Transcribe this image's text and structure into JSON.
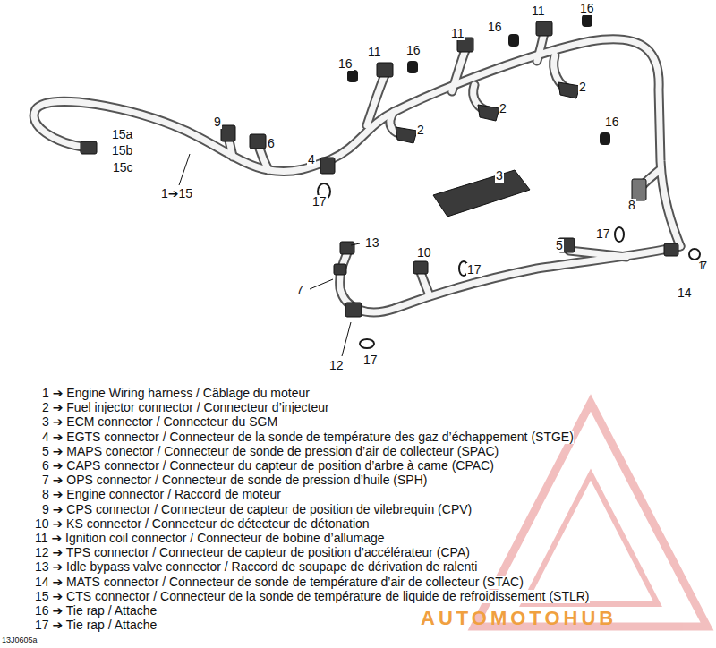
{
  "diagram": {
    "labels": [
      "16",
      "11",
      "16",
      "11",
      "16",
      "11",
      "16",
      "2",
      "2",
      "2",
      "16",
      "3",
      "8",
      "9",
      "6",
      "4",
      "17",
      "15a",
      "15b",
      "15c",
      "1➔15",
      "13",
      "10",
      "17",
      "5",
      "17",
      "17",
      "7",
      "14",
      "12",
      "17",
      "1 ➔ Engine Wiring harness / Câblage du moteur",
      "2 ➔ Fuel injector connector / Connecteur d’injecteur",
      "3 ➔ ECM connector / Connecteur du SGM",
      "4 ➔ EGTS connector / Connecteur de la sonde de température des gaz d’échappement (STGE)",
      "5 ➔ MAPS conector / Connecteur de sonde de pression d’air de collecteur (SPAC)",
      "6 ➔ CAPS connector / Connecteur du capteur de position d’arbre à came (CPAC)",
      "7 ➔ OPS connector / Connecteur de sonde de pression d’huile (SPH)",
      "8 ➔ Engine connector / Raccord de moteur",
      "9 ➔ CPS connector / Connecteur de capteur de position de vilebrequin (CPV)",
      "10 ➔ KS connector / Connecteur de détecteur de détonation",
      "11 ➔ Ignition coil connector / Connecteur de bobine d’allumage",
      "12 ➔ TPS connector / Connecteur de capteur de position d’accélérateur (CPA)",
      "13 ➔ Idle bypass valve connector / Raccord de soupape de dérivation de ralenti",
      "14 ➔ MATS connector / Connecteur de sonde de température d’air de collecteur (STAC)",
      "15 ➔ CTS connector / Connecteur de la sonde de température de liquide de refroidissement (STLR)",
      "16 ➔ Tie rap / Attache",
      "17 ➔ Tie rap / Attache",
      "13J0605a",
      "AUTOMOTOHUB"
    ]
  }
}
